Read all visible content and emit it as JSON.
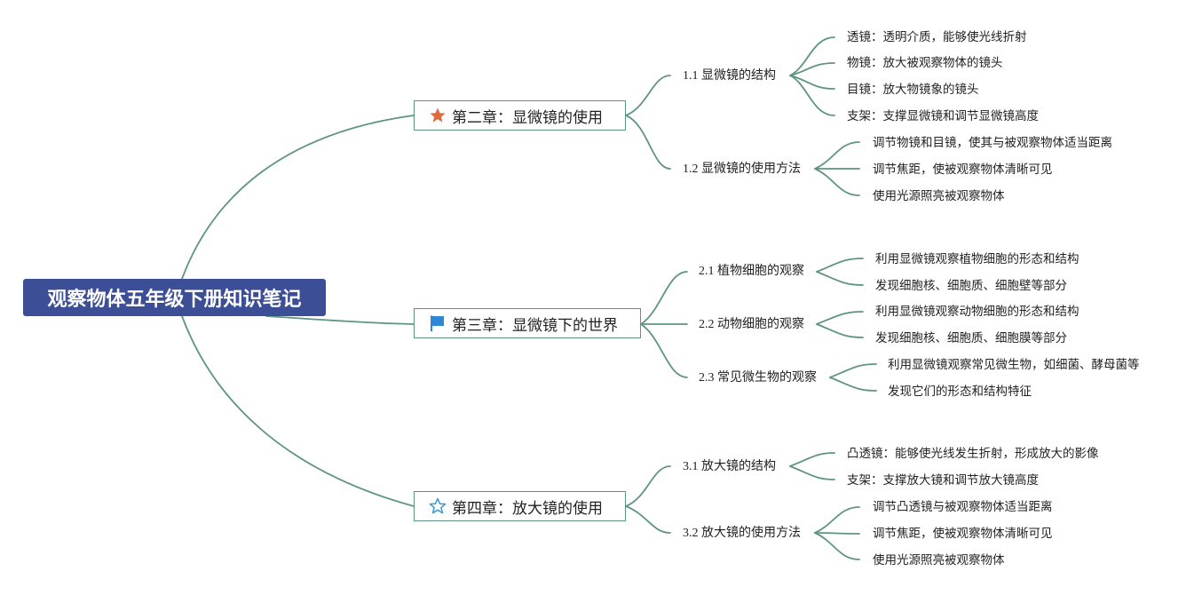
{
  "root": {
    "title": "观察物体五年级下册知识笔记"
  },
  "colors": {
    "root_bg": "#3c4e96",
    "line": "#5e9484",
    "star": "#e06a3c",
    "flag": "#2f86d4",
    "star_outline": "#2f9ad8"
  },
  "chapters": [
    {
      "title": "第二章：显微镜的使用",
      "icon": "star-filled-icon",
      "sections": [
        {
          "title": "1.1 显微镜的结构",
          "items": [
            "透镜：透明介质，能够使光线折射",
            "物镜：放大被观察物体的镜头",
            "目镜：放大物镜象的镜头",
            "支架：支撑显微镜和调节显微镜高度"
          ]
        },
        {
          "title": "1.2 显微镜的使用方法",
          "items": [
            "调节物镜和目镜，使其与被观察物体适当距离",
            "调节焦距，使被观察物体清晰可见",
            "使用光源照亮被观察物体"
          ]
        }
      ]
    },
    {
      "title": "第三章：显微镜下的世界",
      "icon": "flag-icon",
      "sections": [
        {
          "title": "2.1 植物细胞的观察",
          "items": [
            "利用显微镜观察植物细胞的形态和结构",
            "发现细胞核、细胞质、细胞壁等部分"
          ]
        },
        {
          "title": "2.2 动物细胞的观察",
          "items": [
            "利用显微镜观察动物细胞的形态和结构",
            "发现细胞核、细胞质、细胞膜等部分"
          ]
        },
        {
          "title": "2.3 常见微生物的观察",
          "items": [
            "利用显微镜观察常见微生物，如细菌、酵母菌等",
            "发现它们的形态和结构特征"
          ]
        }
      ]
    },
    {
      "title": "第四章：放大镜的使用",
      "icon": "star-outline-icon",
      "sections": [
        {
          "title": "3.1 放大镜的结构",
          "items": [
            "凸透镜：能够使光线发生折射，形成放大的影像",
            "支架：支撑放大镜和调节放大镜高度"
          ]
        },
        {
          "title": "3.2 放大镜的使用方法",
          "items": [
            "调节凸透镜与被观察物体适当距离",
            "调节焦距，使被观察物体清晰可见",
            "使用光源照亮被观察物体"
          ]
        }
      ]
    }
  ]
}
